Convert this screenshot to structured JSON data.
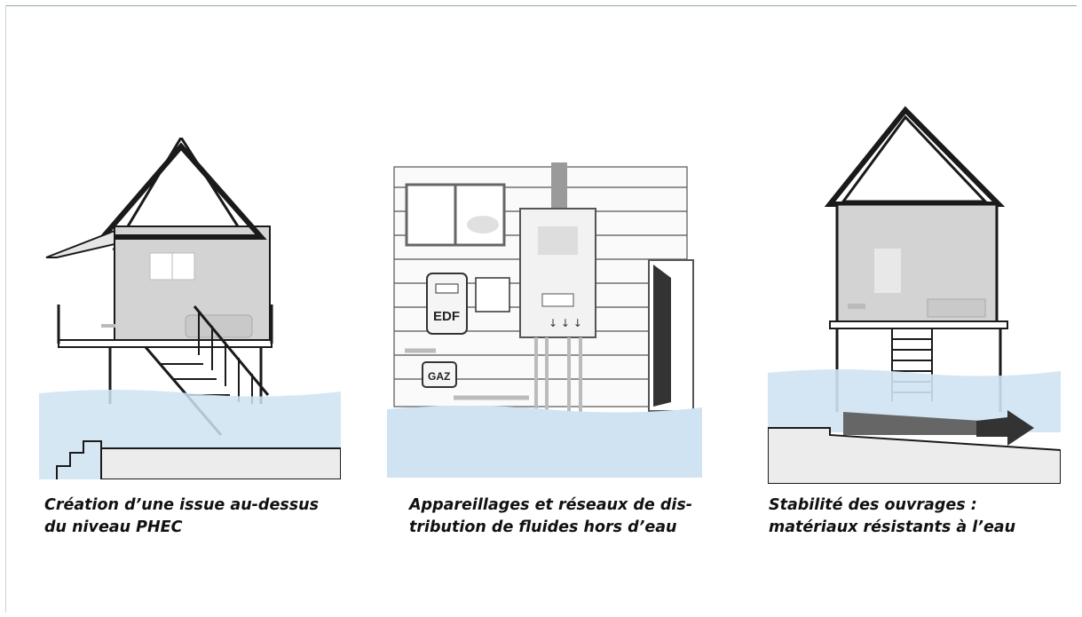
{
  "captions": {
    "panel1": {
      "line1": "Création d’une issue au-dessus",
      "line2": "du niveau PHEC"
    },
    "panel2": {
      "line1": "Appareillages et réseaux de dis-",
      "line2": "tribution de fluides hors d’eau"
    },
    "panel3": {
      "line1": "Stabilité des ouvrages :",
      "line2": "matériaux résistants à l’eau"
    }
  },
  "labels": {
    "edf": "EDF",
    "gaz": "GAZ"
  },
  "colors": {
    "water": "#cfe3f2",
    "house_wall": "#d3d3d3",
    "roof": "#ffffff",
    "line": "#1a1a1a",
    "brick": "#e8e8e8"
  }
}
